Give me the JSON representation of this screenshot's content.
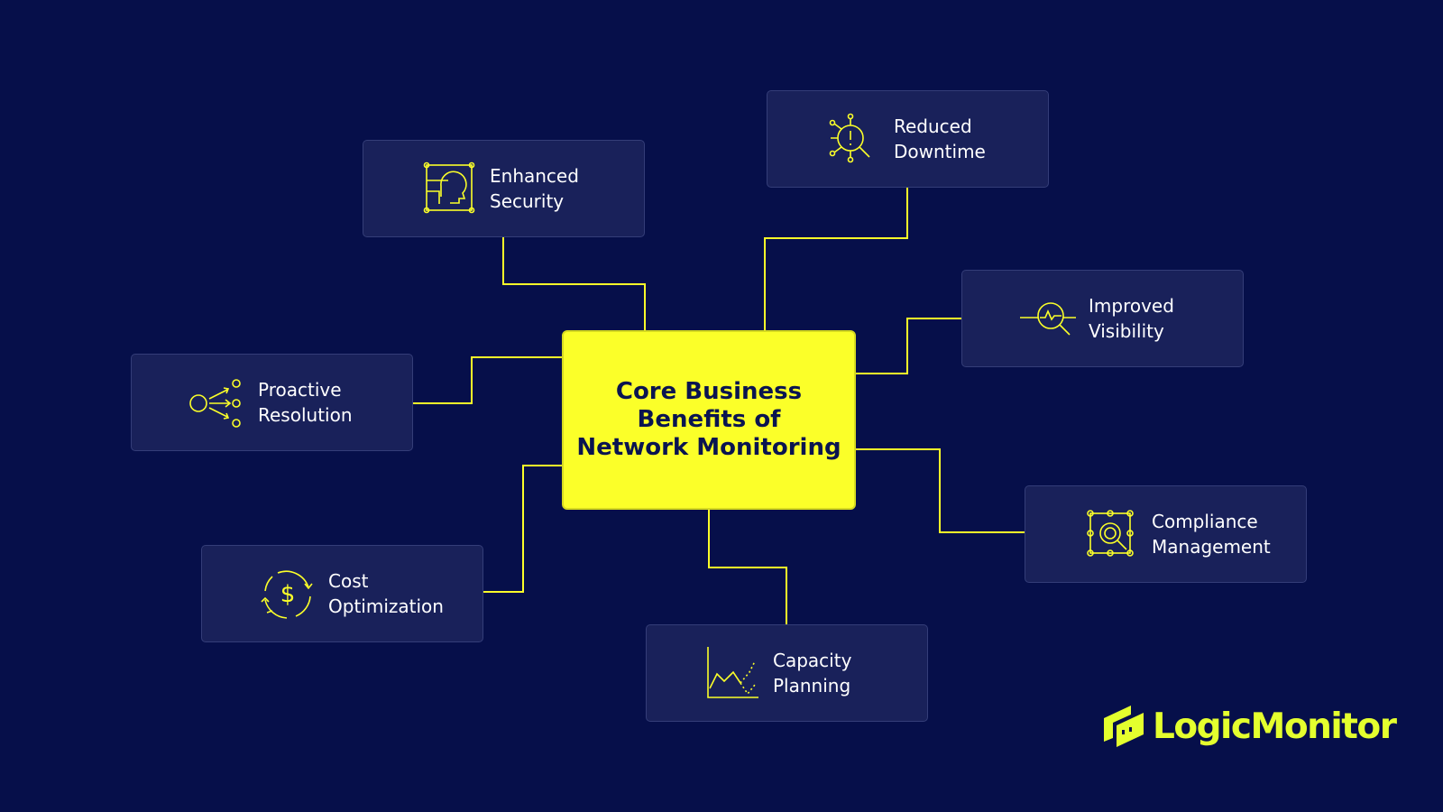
{
  "center": {
    "title": "Core Business\nBenefits of\nNetwork Monitoring"
  },
  "benefits": [
    {
      "label": "Enhanced\nSecurity",
      "icon": "security-head-icon"
    },
    {
      "label": "Reduced\nDowntime",
      "icon": "alert-search-icon"
    },
    {
      "label": "Improved\nVisibility",
      "icon": "visibility-search-icon"
    },
    {
      "label": "Proactive\nResolution",
      "icon": "branching-arrows-icon"
    },
    {
      "label": "Compliance\nManagement",
      "icon": "compliance-search-icon"
    },
    {
      "label": "Cost\nOptimization",
      "icon": "dollar-cycle-icon"
    },
    {
      "label": "Capacity\nPlanning",
      "icon": "line-chart-icon"
    }
  ],
  "logo": {
    "text": "LogicMonitor"
  },
  "colors": {
    "background": "#060f4a",
    "card": "#19215a",
    "accent": "#fbff29"
  }
}
